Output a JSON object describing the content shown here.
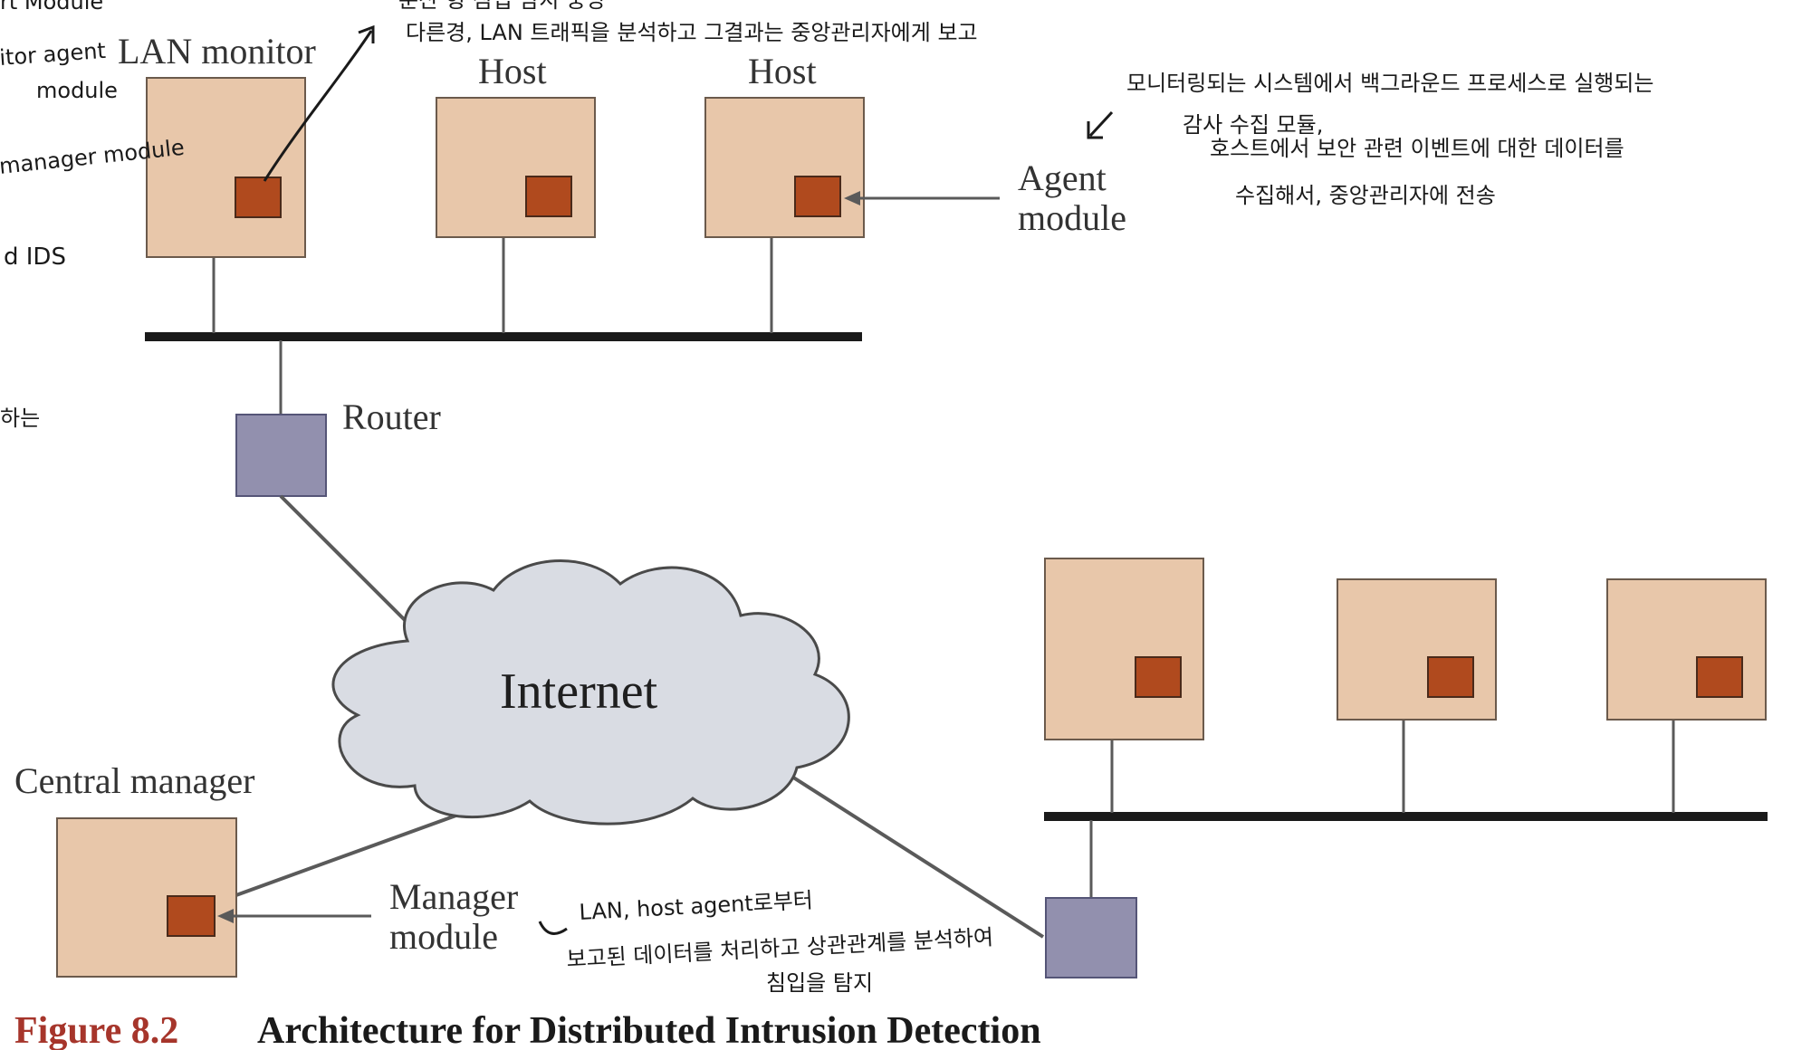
{
  "colors": {
    "host_box": "#E8C7AA",
    "agent_module": "#B04A1E",
    "router": "#9290AE",
    "cloud": "#D9DCE3",
    "line": "#5A5A5A",
    "bus": "#1A1A1A",
    "figure_number": "#A6352B"
  },
  "labels": {
    "lan_monitor": "LAN monitor",
    "host_1": "Host",
    "host_2": "Host",
    "agent_module": "Agent",
    "agent_module_2": "module",
    "router": "Router",
    "internet": "Internet",
    "central_manager": "Central manager",
    "manager_module": "Manager",
    "manager_module_2": "module"
  },
  "caption": {
    "number": "Figure 8.2",
    "title": "Architecture for Distributed Intrusion Detection"
  },
  "handwritten_notes": {
    "top_left_1": "rt Module",
    "top_left_2": "itor agent",
    "top_left_3": "module",
    "top_left_4": "manager module",
    "top_left_5": "d IDS",
    "left_edge": "하는",
    "lan_monitor_note_1": "분산 형 침입 탐지 중앙",
    "lan_monitor_note_2": "다른경, LAN 트래픽을 분석하고 그결과는 중앙관리자에게 보고",
    "agent_note_1": "모니터링되는 시스템에서 백그라운드 프로세스로 실행되는",
    "agent_note_2": "감사 수집 모듈,",
    "agent_note_3": "호스트에서 보안 관련 이벤트에 대한 데이터를",
    "agent_note_4": "수집해서, 중앙관리자에 전송",
    "manager_note_1": "LAN, host agent로부터",
    "manager_note_2": "보고된 데이터를 처리하고 상관관계를 분석하여",
    "manager_note_3": "침입을 탐지"
  }
}
